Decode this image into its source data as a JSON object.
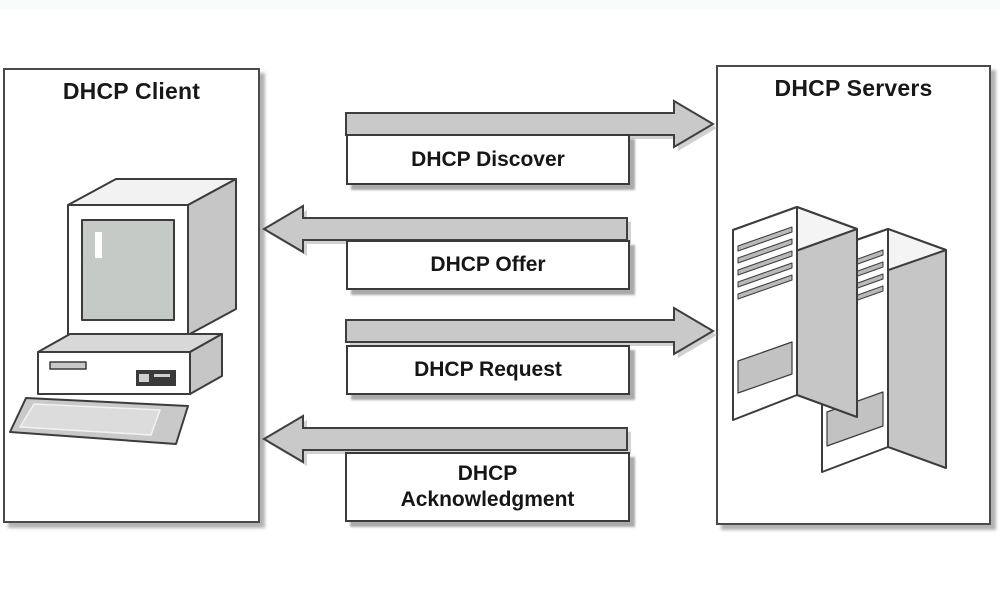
{
  "client_panel": {
    "title": "DHCP Client",
    "icon": "desktop-computer-icon"
  },
  "servers_panel": {
    "title": "DHCP Servers",
    "icon": "server-towers-icon"
  },
  "messages": [
    {
      "label": "DHCP Discover",
      "from": "client",
      "to": "servers",
      "direction": "right"
    },
    {
      "label": "DHCP Offer",
      "from": "servers",
      "to": "client",
      "direction": "left"
    },
    {
      "label": "DHCP Request",
      "from": "client",
      "to": "servers",
      "direction": "right"
    },
    {
      "label": "DHCP Acknowledgment",
      "from": "servers",
      "to": "client",
      "direction": "left",
      "lines": [
        "DHCP",
        "Acknowledgment"
      ]
    }
  ],
  "colors": {
    "background": "#ffffff",
    "arrow_fill": "#c9c9c9",
    "outline": "#3f3f3f",
    "label_box_fill": "#ffffff",
    "shadow": "#b3b3b3",
    "text": "#1f1f1f"
  }
}
